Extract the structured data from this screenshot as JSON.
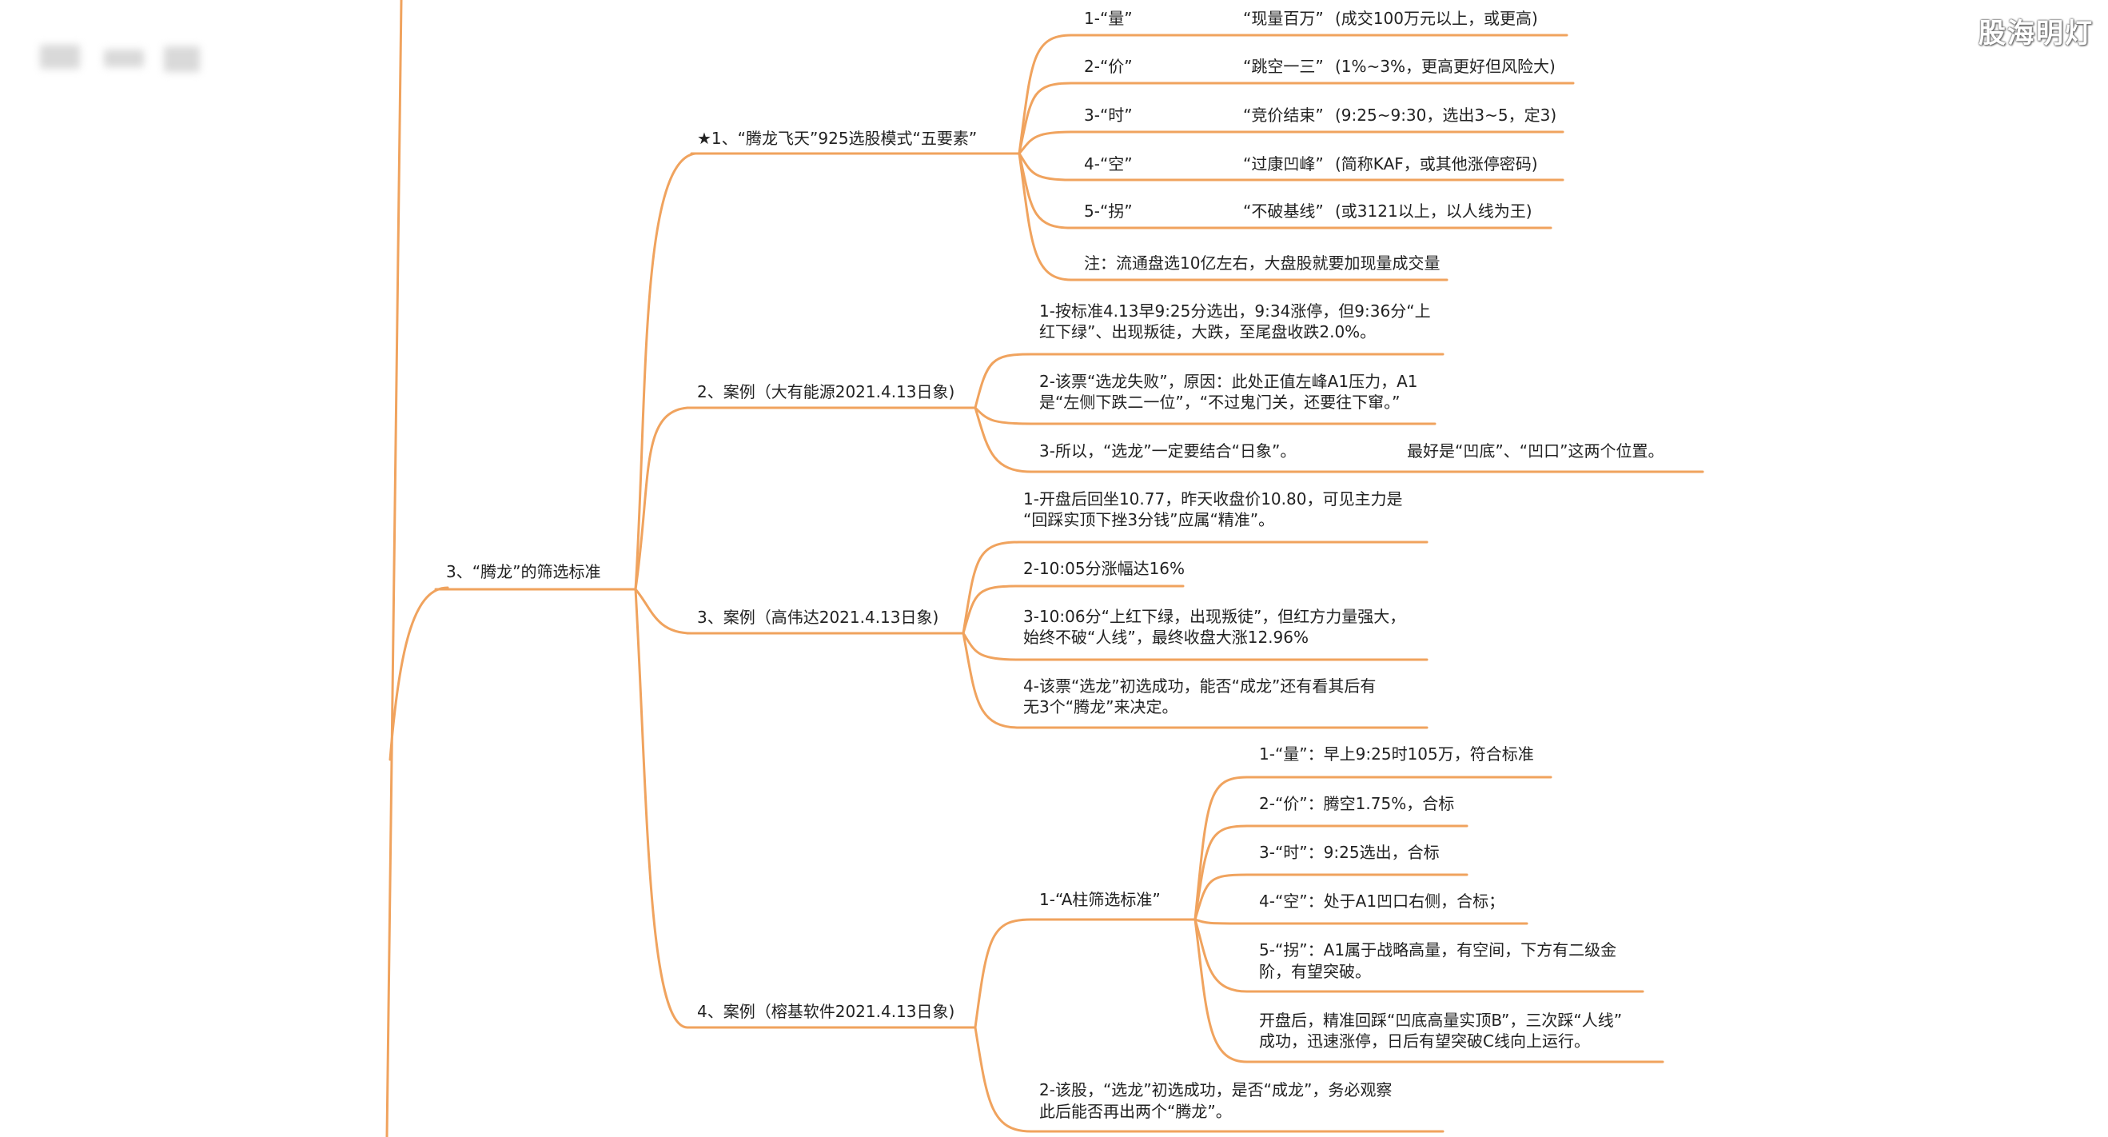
{
  "watermark": "股海明灯",
  "mindmap": {
    "root": "3、“腾龙”的筛选标准",
    "five_elements": {
      "title": "★1、“腾龙飞天”925选股模式“五要素”",
      "items": [
        {
          "key": "1-“量”",
          "name": "“现量百万”",
          "note": "(成交100万元以上，或更高)"
        },
        {
          "key": "2-“价”",
          "name": "“跳空一三”",
          "note": "(1%~3%，更高更好但风险大)"
        },
        {
          "key": "3-“时”",
          "name": "“竞价结束”",
          "note": "(9:25~9:30，选出3~5，定3)"
        },
        {
          "key": "4-“空”",
          "name": "“过康凹峰”",
          "note": "(简称KAF，或其他涨停密码)"
        },
        {
          "key": "5-“拐”",
          "name": "“不破基线”",
          "note": "(或3121以上，以人线为王)"
        }
      ],
      "footnote": "注：流通盘选10亿左右，大盘股就要加现量成交量"
    },
    "case2": {
      "title": "2、案例（大有能源2021.4.13日象)",
      "items": [
        {
          "line1": "1-按标准4.13早9:25分选出，9:34涨停，但9:36分“上",
          "line2": "红下绿”、出现叛徒，大跌，至尾盘收跌2.0%。"
        },
        {
          "line1": "2-该票“选龙失败”，原因：此处正值左峰A1压力，A1",
          "line2": "是“左侧下跌二一位”，“不过鬼门关，还要往下窜。”"
        },
        {
          "line1": "3-所以，“选龙”一定要结合“日象”。",
          "line1b": "最好是“凹底”、“凹口”这两个位置。"
        }
      ]
    },
    "case3": {
      "title": "3、案例（高伟达2021.4.13日象)",
      "items": [
        {
          "line1": "1-开盘后回坐10.77，昨天收盘价10.80，可见主力是",
          "line2": "“回踩实顶下挫3分钱”应属“精准”。"
        },
        {
          "line1": "2-10:05分涨幅达16%"
        },
        {
          "line1": "3-10:06分“上红下绿，出现叛徒”，但红方力量强大，",
          "line2": "始终不破“人线”，最终收盘大涨12.96%"
        },
        {
          "line1": "4-该票“选龙”初选成功，能否“成龙”还有看其后有",
          "line2": "无3个“腾龙”来决定。"
        }
      ]
    },
    "case4": {
      "title": "4、案例（榕基软件2021.4.13日象)",
      "sub1": {
        "title": "1-“A柱筛选标准”",
        "items": [
          {
            "line1": "1-“量”：早上9:25时105万，符合标准"
          },
          {
            "line1": "2-“价”：腾空1.75%，合标"
          },
          {
            "line1": "3-“时”：9:25选出，合标"
          },
          {
            "line1": "4-“空”：处于A1凹口右侧，合标；"
          },
          {
            "line1": "5-“拐”：A1属于战略高量，有空间，下方有二级金",
            "line2": "阶，有望突破。"
          },
          {
            "line1": "开盘后，精准回踩“凹底高量实顶B”，三次踩“人线”",
            "line2": "成功，迅速涨停，日后有望突破C线向上运行。"
          }
        ]
      },
      "sub2": {
        "line1": "2-该股，“选龙”初选成功，是否“成龙”，务必观察",
        "line2": "此后能否再出两个“腾龙”。"
      }
    }
  },
  "colors": {
    "branch": "#F0A35E",
    "text": "#222222"
  }
}
